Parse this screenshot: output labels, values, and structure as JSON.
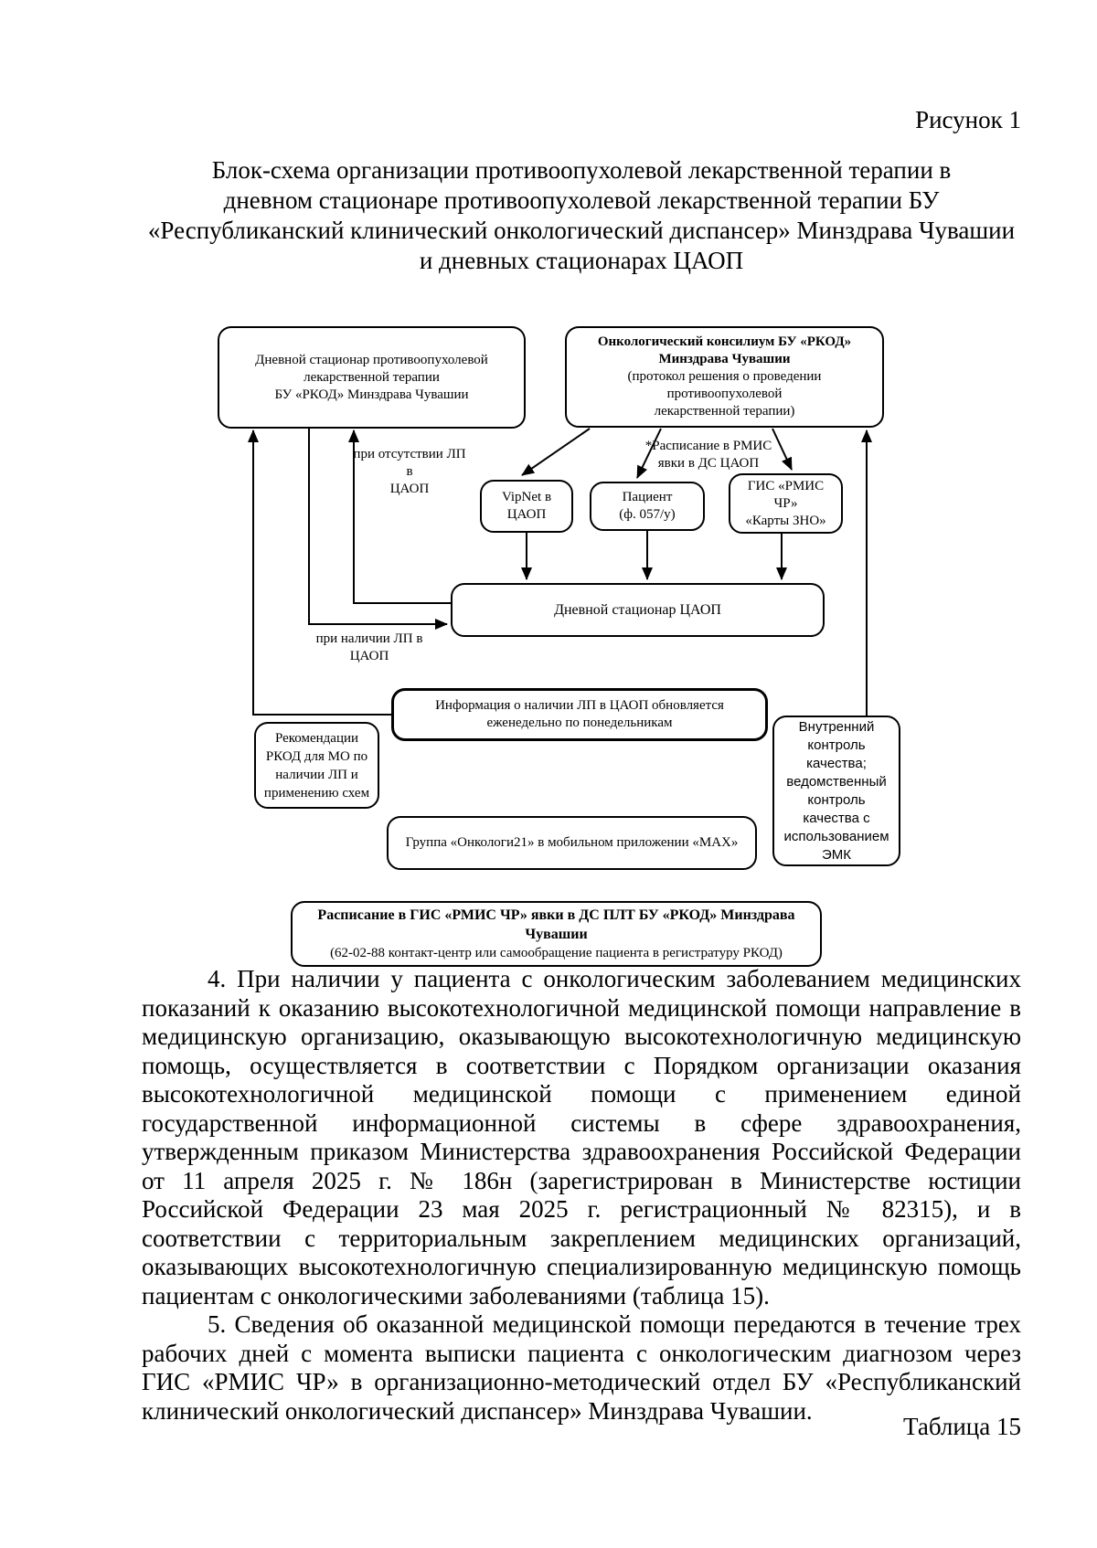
{
  "page": {
    "figure_label": "Рисунок 1",
    "table_label": "Таблица 15",
    "background": "#ffffff",
    "ink": "#000000"
  },
  "title": {
    "lines": [
      "Блок-схема организации противоопухолевой лекарственной терапии в",
      "дневном стационаре противоопухолевой лекарственной терапии БУ",
      "«Республиканский клинический онкологический диспансер» Минздрава Чувашии",
      "и дневных стационарах ЦАОП"
    ]
  },
  "flowchart": {
    "box_ds_plt": {
      "lines": [
        "Дневной стационар противоопухолевой",
        "лекарственной терапии",
        "БУ «РКОД» Минздрава Чувашии"
      ]
    },
    "box_consilium": {
      "title_lines": [
        "Онкологический консилиум БУ «РКОД»",
        "Минздрава Чувашии"
      ],
      "note_lines": [
        "(протокол решения о проведении противоопухолевой",
        "лекарственной терапии)"
      ]
    },
    "box_vipnet": {
      "lines": [
        "VipNet в",
        "ЦАОП"
      ]
    },
    "box_patient": {
      "lines": [
        "Пациент",
        "(ф. 057/у)"
      ]
    },
    "box_gis": {
      "lines": [
        "ГИС «РМИС",
        "ЧР»",
        "«Карты ЗНО»"
      ]
    },
    "box_ds_caop": {
      "title": "Дневной стационар ЦАОП"
    },
    "box_info": {
      "lines": [
        "Информация о наличии ЛП в ЦАОП обновляется",
        "еженедельно по понедельникам"
      ]
    },
    "box_recommend": {
      "lines": [
        "Рекомендации",
        "РКОД для МО по",
        "наличии ЛП и",
        "применению схем"
      ]
    },
    "box_control": {
      "lines": [
        "Внутренний",
        "контроль",
        "качества;",
        "ведомственный",
        "контроль",
        "качества с",
        "использованием",
        "ЭМК"
      ]
    },
    "box_group": {
      "title": "Группа «Онкологи21» в мобильном приложении «MAX»"
    },
    "box_schedule": {
      "title": "Расписание в ГИС «РМИС ЧР» явки в ДС ПЛТ БУ «РКОД» Минздрава Чувашии",
      "note": "(62-02-88 контакт-центр или самообращение пациента в регистратуру РКОД)"
    },
    "labels": {
      "no_lp": {
        "lines": [
          "при отсутствии ЛП в",
          "ЦАОП"
        ]
      },
      "rmis_schedule": {
        "lines": [
          "*Расписание в РМИС",
          "явки в ДС ЦАОП"
        ]
      },
      "has_lp": {
        "lines": [
          "при наличии ЛП в",
          "ЦАОП"
        ]
      }
    }
  },
  "paragraphs": {
    "p4": "4. При наличии у пациента с онкологическим заболеванием медицинских показаний к оказанию высокотехнологичной медицинской помощи направление в медицинскую организацию, оказывающую высокотехнологичную медицинскую помощь, осуществляется в соответствии с Порядком организации оказания высокотехнологичной медицинской помощи с применением единой государственной информационной системы в сфере здравоохранения, утвержденным приказом Министерства здравоохранения Российской Федерации от 11 апреля 2025 г. № 186н (зарегистрирован в Министерстве юстиции Российской Федерации 23 мая 2025 г. регистрационный № 82315), и в соответствии с территориальным закреплением медицинских организаций, оказывающих высокотехнологичную специализированную медицинскую помощь пациентам с онкологическими заболеваниями (таблица 15).",
    "p5": "5. Сведения об оказанной медицинской помощи передаются в течение трех рабочих дней с момента выписки пациента с онкологическим диагнозом через ГИС «РМИС ЧР» в организационно-методический отдел БУ «Республиканский клинический онкологический диспансер» Минздрава Чувашии."
  }
}
